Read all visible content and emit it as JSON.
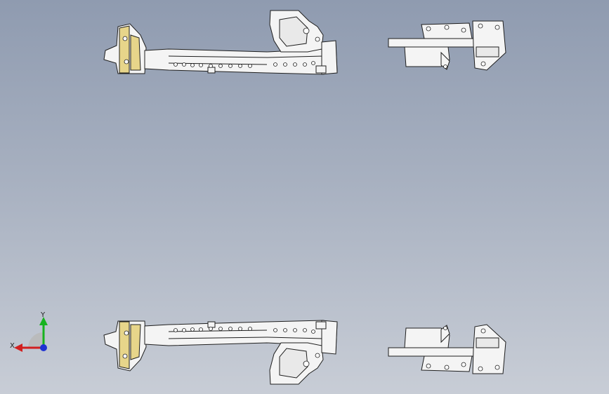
{
  "viewport": {
    "background_top": "#8f9bb0",
    "background_bottom": "#c8cdd6"
  },
  "colors": {
    "part_fill": "#f4f4f4",
    "part_outline": "#1e1e1e",
    "bracket_yellow": "#e7d58a",
    "hole_fill": "#ffffff",
    "axis_x": "#d21f1f",
    "axis_y": "#17b31f",
    "axis_z": "#1f33d2"
  },
  "triad": {
    "x_label": "X",
    "y_label": "Y",
    "x_icon": "axis-x-arrow",
    "y_icon": "axis-y-arrow",
    "z_icon": "axis-z-dot"
  }
}
